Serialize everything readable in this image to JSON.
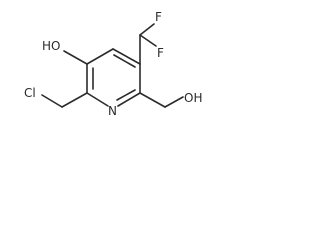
{
  "molecule": {
    "labels": {
      "hydroxyl_ring": "HO",
      "chloro": "Cl",
      "fluoro_top": "F",
      "fluoro_right": "F",
      "ring_nitrogen": "N",
      "hydroxyl_chain": "OH"
    }
  }
}
